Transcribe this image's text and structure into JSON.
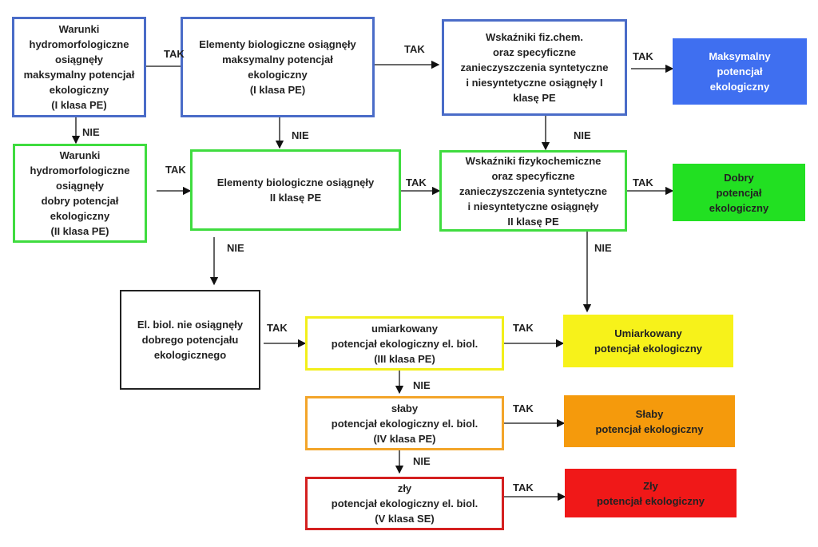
{
  "yes": "TAK",
  "no": "NIE",
  "boxes": {
    "hydro_max": "Warunki\nhydromorfologiczne\nosiągnęły\nmaksymalny potencjał\nekologiczny\n(I klasa PE)",
    "bio_max": "Elementy biologiczne osiągnęły\nmaksymalny potencjał\nekologiczny\n(I klasa PE)",
    "chem_max": "Wskaźniki fiz.chem.\noraz specyficzne\nzanieczyszczenia syntetyczne\ni niesyntetyczne osiągnęły I\nklasę PE",
    "hydro_good": "Warunki\nhydromorfologiczne\nosiągnęły\ndobry potencjał\nekologiczny\n(II klasa PE)",
    "bio_good": "Elementy biologiczne osiągnęły\nII klasę PE",
    "chem_good": "Wskaźniki fizykochemiczne\noraz specyficzne\nzanieczyszczenia syntetyczne\ni niesyntetyczne osiągnęły\nII klasę PE",
    "bio_not_good": "El. biol. nie osiągnęły\ndobrego potencjału\nekologicznego",
    "moderate_bio": "umiarkowany\npotencjał ekologiczny el. biol.\n(III klasa PE)",
    "poor_bio": "słaby\npotencjał ekologiczny  el. biol.\n(IV klasa PE)",
    "bad_bio": "zły\npotencjał ekologiczny el. biol.\n(V klasa SE)"
  },
  "results": {
    "max": "Maksymalny\npotencjał\nekologiczny",
    "good": "Dobry\npotencjał\nekologiczny",
    "moderate": "Umiarkowany\npotencjał ekologiczny",
    "poor": "Słaby\npotencjał ekologiczny",
    "bad": "Zły\npotencjał ekologiczny"
  },
  "colors": {
    "max": "#3f6ff0",
    "good": "#22e022",
    "moderate": "#f7f21a",
    "poor": "#f59a0c",
    "bad": "#f01818"
  }
}
